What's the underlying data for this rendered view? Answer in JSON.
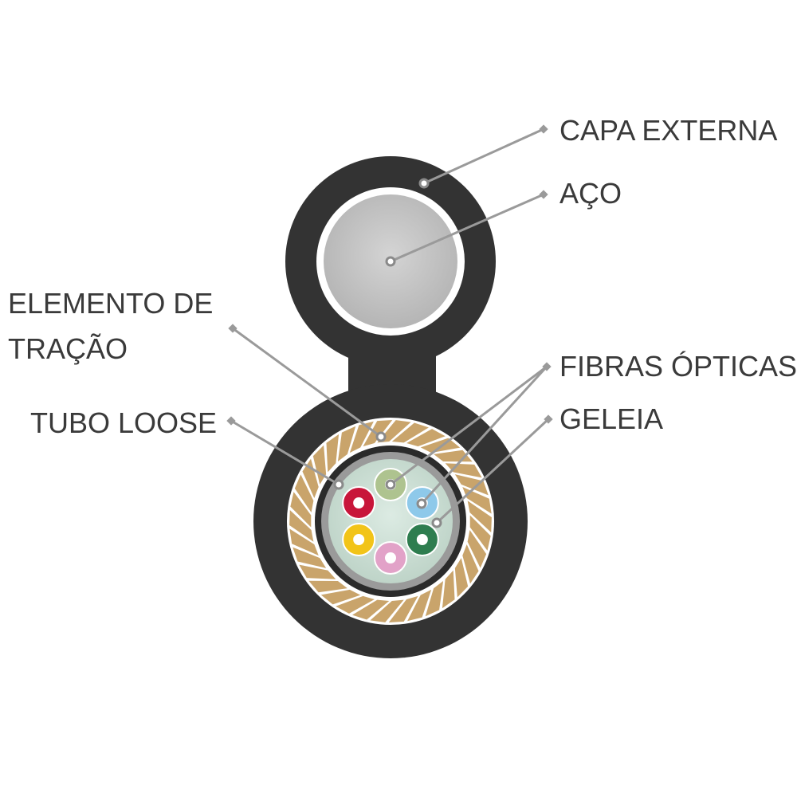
{
  "labels": {
    "capa_externa": "CAPA EXTERNA",
    "aco": "AÇO",
    "elemento_line1": "ELEMENTO DE",
    "elemento_line2": "TRAÇÃO",
    "fibras_opticas": "FIBRAS ÓPTICAS",
    "tubo_loose": "TUBO LOOSE",
    "geleia": "GELEIA"
  },
  "colors": {
    "outer_jacket": "#333333",
    "steel": "#c2c2c2",
    "strength_yarn": "#c9a46b",
    "tube_gray": "#9a9a9a",
    "gel": "#cfe0d7",
    "fibers": [
      "#c8163a",
      "#aec38f",
      "#8ec9ea",
      "#2e7d4f",
      "#e2a2c8",
      "#f2c418"
    ]
  }
}
